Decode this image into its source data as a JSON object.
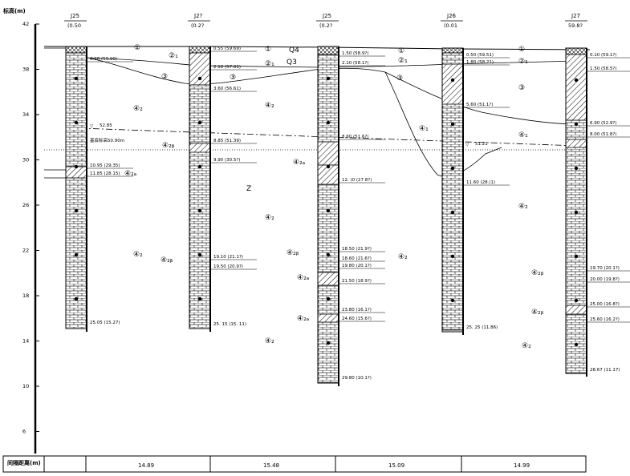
{
  "axis": {
    "title": "标高(m)",
    "ticks": [
      "42",
      "38",
      "34",
      "30",
      "26",
      "22",
      "18",
      "14",
      "10",
      "6"
    ]
  },
  "boreholes": [
    {
      "id": "J25",
      "elev": "(0.50",
      "bottom": "25.05 (15.27)",
      "layers": [
        "6.10 (59.90)",
        "10.95 (29.35)",
        "11.85 (28.15)"
      ]
    },
    {
      "id": "J2?",
      "elev": "(0.2?",
      "bottom": "25. 15 (15. 11)",
      "layers": [
        "0.55 (59.69)",
        "2.10 (57.81)",
        "3.60 (56.61)",
        "8.85 (51.39)",
        "9.90 (30.5?)",
        "19.10 (21.1?)",
        "19.50 (20.9?)"
      ]
    },
    {
      "id": "J25",
      "elev": "(0.2?",
      "bottom": "29.80 (10.1?)",
      "layers": [
        "1.50 (58.9?)",
        "2.10 (58.1?)",
        "8.60 (51.6?)",
        "12. (0 (27.8?)",
        "18.50 (21.9?)",
        "18.60 (21.6?)",
        "19.80 (20.1?)",
        "21.50 (18.9?)",
        "23.80 (16.1?)",
        "24.60 (15.6?)"
      ]
    },
    {
      "id": "J26",
      "elev": "(0.01",
      "bottom": "25. 25 (11.86)",
      "layers": [
        "0.50 (59.51)",
        "1.80 (58.21)",
        "5.60 (51.1?)",
        "11.60 (28.(1)"
      ]
    },
    {
      "id": "J27",
      "elev": "59.8?",
      "bottom": "28.67 (11.17)",
      "layers": [
        "0.10 (59.1?)",
        "1.50 (58.5?)",
        "6.90 (52.9?)",
        "8.00 (51.8?)",
        "19.70 (20.1?)",
        "20.00 (19.8?)",
        "25.00 (16.8?)",
        "25.60 (16.2?)"
      ]
    }
  ],
  "labels": {
    "soil1": "①",
    "soil2_1": "②₁",
    "soil3": "③",
    "soil4_1": "④₁",
    "soil4_2": "④₂",
    "soil4_2a": "④₂ₐ",
    "soil4_2b": "④₂ᵦ",
    "q4": "Q4",
    "q3": "Q3",
    "z": "Z",
    "water1": "52.85",
    "base_elev": "基底标高50.90m",
    "water2": "51.21"
  },
  "footer": {
    "label": "间隔距离(m)",
    "spacings": [
      "14.89",
      "15.48",
      "15.09",
      "14.99"
    ]
  }
}
